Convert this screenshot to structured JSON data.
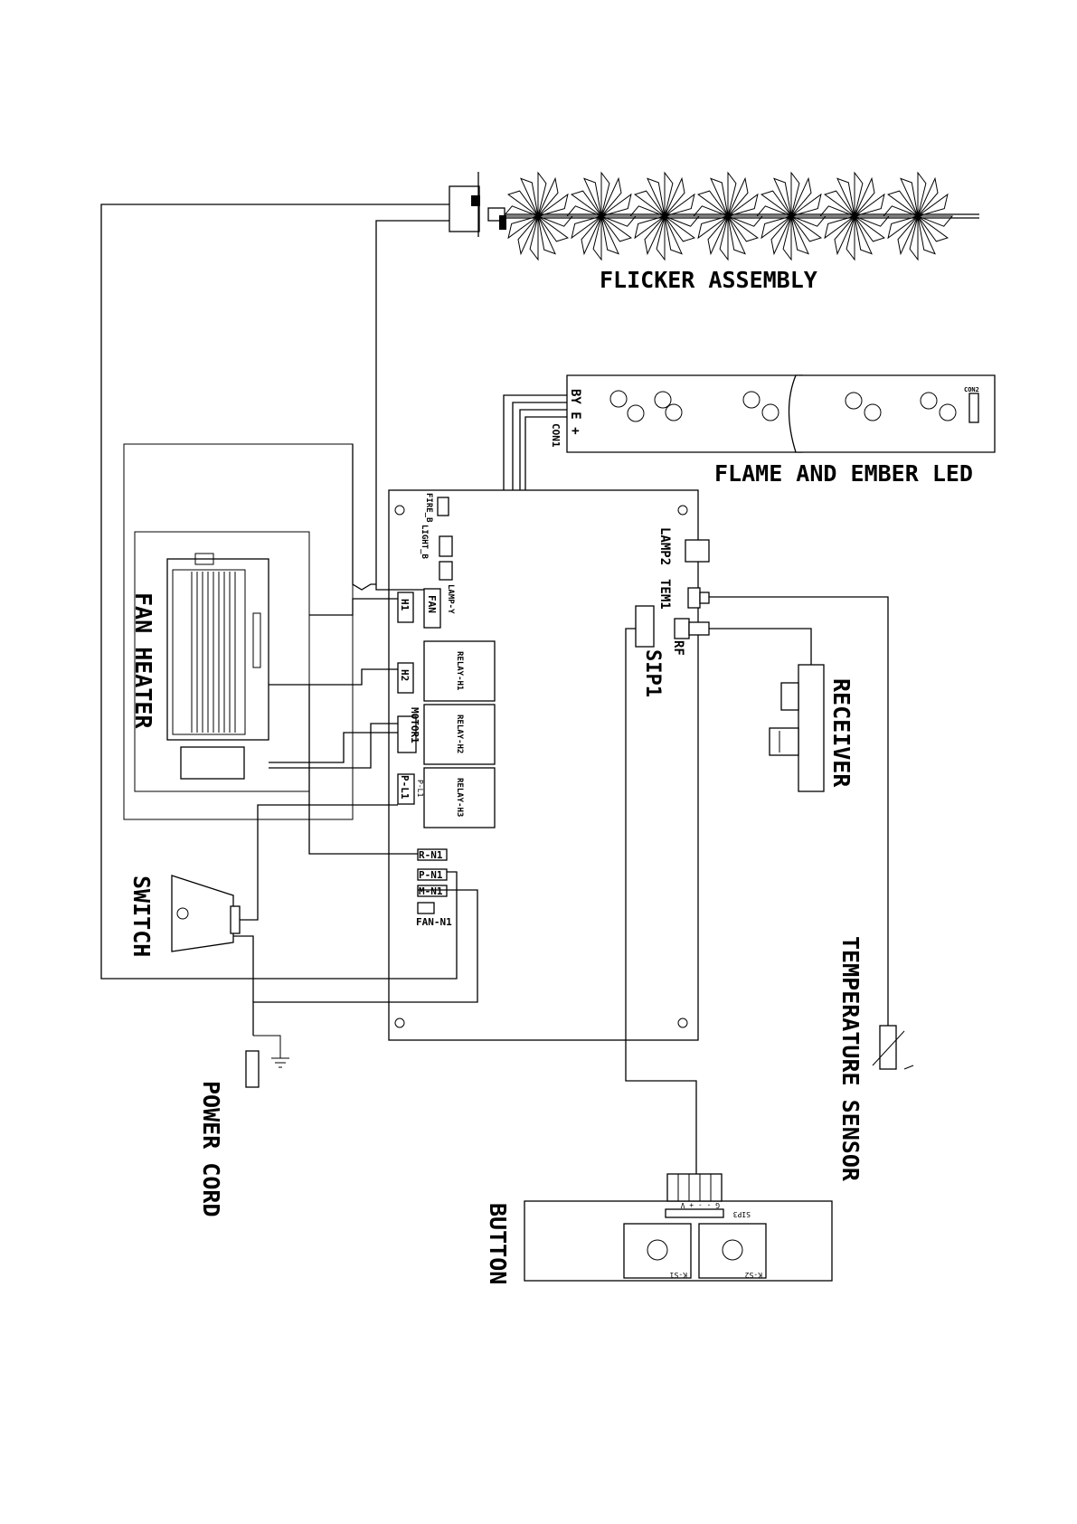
{
  "labels": {
    "flicker_assembly": "FLICKER ASSEMBLY",
    "flame_ember_led": "FLAME AND EMBER LED",
    "fan_heater": "FAN HEATER",
    "receiver": "RECEIVER",
    "switch": "SWITCH",
    "temperature_sensor": "TEMPERATURE SENSOR",
    "power_cord": "POWER CORD",
    "button": "BUTTON"
  },
  "led_board": {
    "connector_pins": "BY E +",
    "connector": "CON1",
    "conn2": "CON2"
  },
  "main_board": {
    "fire_b": "FIRE_B",
    "light_b": "LIGHT_B",
    "lamp_y": "LAMP-Y",
    "lamp2": "LAMP2",
    "tem1": "TEM1",
    "rf": "RF",
    "sip1": "SIP1",
    "fan": "FAN",
    "h1": "H1",
    "h2": "H2",
    "motor1": "MOTOR1",
    "p_l1": "P-L1",
    "p_l1_small": "P-L1",
    "relay_h1": "RELAY-H1",
    "relay_h2": "RELAY-H2",
    "relay_h3": "RELAY-H3",
    "r_n1": "R-N1",
    "p_n1": "P-N1",
    "m_n1": "M-N1",
    "fan_n1": "FAN-N1"
  },
  "button_board": {
    "sip": "SIP3",
    "k1": "K-S1",
    "k2": "K-S2",
    "pins": "G - - + V"
  }
}
